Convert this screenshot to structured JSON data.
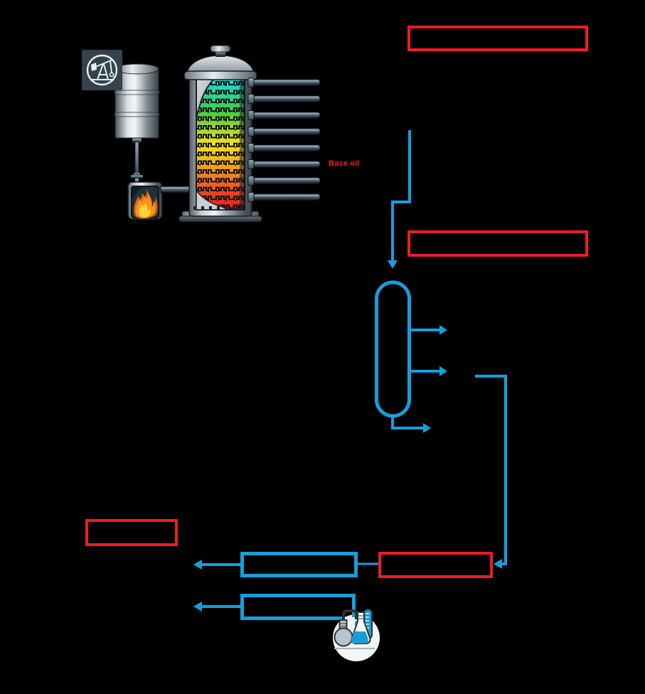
{
  "diagram": {
    "background_color": "#000000",
    "labels": {
      "base_oil": "Base oil"
    },
    "colors": {
      "red_outline": "#ee1c25",
      "blue_flow": "#199dd9"
    },
    "boxes": [
      {
        "name": "top-right-red-box",
        "outline": "#ee1c25",
        "text": ""
      },
      {
        "name": "middle-right-red-box",
        "outline": "#ee1c25",
        "text": ""
      },
      {
        "name": "bottom-left-red-box",
        "outline": "#ee1c25",
        "text": ""
      },
      {
        "name": "bottom-right-red-box",
        "outline": "#ee1c25",
        "text": ""
      },
      {
        "name": "bottom-middle-blue-box",
        "outline": "#199dd9",
        "text": ""
      },
      {
        "name": "lower-middle-blue-box",
        "outline": "#199dd9",
        "text": ""
      }
    ],
    "icons": {
      "oil_pump": "oil-pump-jack-icon",
      "barrel": "oil-barrel",
      "furnace": "furnace-fire-icon",
      "column": "distillation-column-with-trays",
      "vessel": "vacuum-column-outline",
      "chemistry": "chemistry-flasks-thermometer-icon"
    }
  }
}
